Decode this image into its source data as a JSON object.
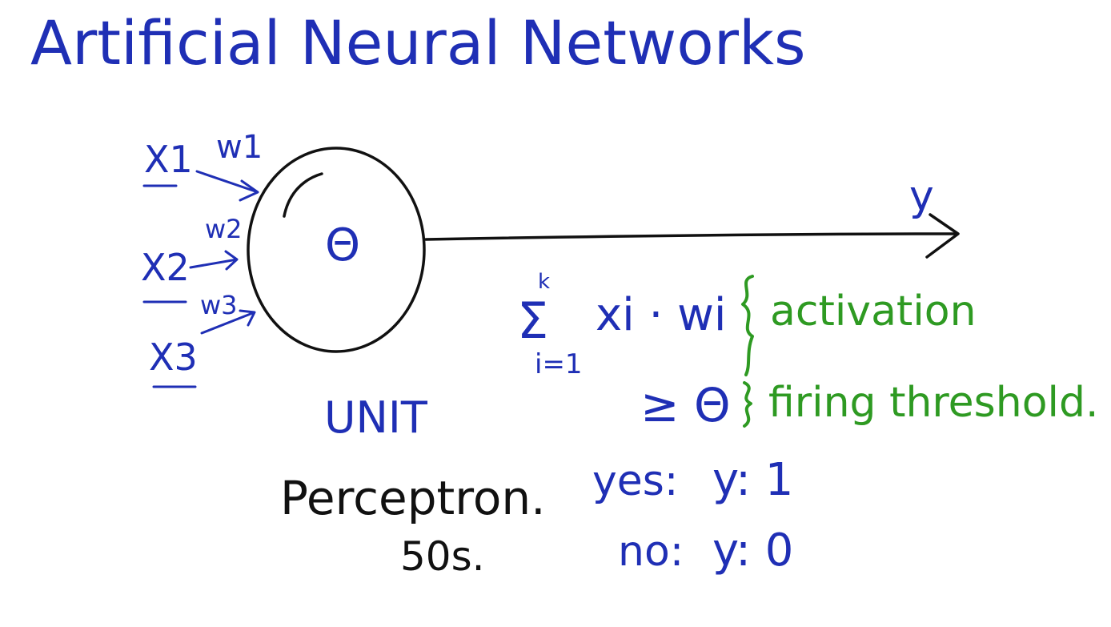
{
  "title": "Artificial Neural Networks",
  "inputs": [
    {
      "label": "X1",
      "weight": "w1"
    },
    {
      "label": "X2",
      "weight": "w2"
    },
    {
      "label": "X3",
      "weight": "w3"
    }
  ],
  "unit": {
    "symbol": "Θ",
    "caption": "UNIT",
    "name": "Perceptron.",
    "era": "50s."
  },
  "output": {
    "label": "y"
  },
  "formula": {
    "sum_symbol": "Σ",
    "upper": "k",
    "lower": "i=1",
    "term": "xi · wi",
    "activation_note": "activation",
    "threshold": "≥ Θ",
    "threshold_note": "firing threshold."
  },
  "rules": [
    {
      "cond": "yes:",
      "result": "y: 1"
    },
    {
      "cond": "no:",
      "result": "y: 0"
    }
  ],
  "colors": {
    "blue": "#1f2fb5",
    "green": "#2e9a22",
    "black": "#111111"
  }
}
